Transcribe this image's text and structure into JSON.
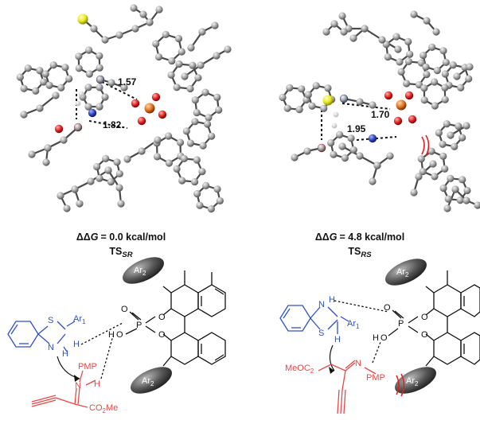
{
  "panels": [
    {
      "id": "sr",
      "distances": [
        "1.57",
        "1.82"
      ],
      "energy_prefix": "ΔΔ",
      "energy_var": "G",
      "energy_value": "= 0.0 kcal/mol",
      "ts_main": "TS",
      "ts_sub": "SR",
      "scheme": {
        "ar1": "Ar",
        "ar1_sub": "1",
        "ar2": "Ar",
        "ar2_sub": "2",
        "s_atom": "S",
        "n_atom": "N",
        "h_atom": "H",
        "h_atom2": "H",
        "pmp": "PMP",
        "n2": "N",
        "h3": "H",
        "o_atom": "O",
        "p_atom": "P",
        "ester_main": "CO",
        "ester_sub": "2",
        "ester_end": "Me"
      }
    },
    {
      "id": "rs",
      "distances": [
        "1.70",
        "1.95"
      ],
      "energy_prefix": "ΔΔ",
      "energy_var": "G",
      "energy_value": "= 4.8 kcal/mol",
      "ts_main": "TS",
      "ts_sub": "RS",
      "scheme": {
        "ar1": "Ar",
        "ar1_sub": "1",
        "ar2": "Ar",
        "ar2_sub": "2",
        "s_atom": "S",
        "n_atom": "N",
        "h_atom": "H",
        "h_atom2": "H",
        "pmp": "PMP",
        "n2": "N",
        "h3": "H",
        "o_atom": "O",
        "p_atom": "P",
        "ester_pre": "MeO",
        "ester_main": "C",
        "ester_sub": "2"
      }
    }
  ],
  "colors": {
    "carbon": "#9a9a9a",
    "sulfur": "#e8e820",
    "nitrogen": "#3040c0",
    "oxygen": "#e02020",
    "phosphorus": "#e07020",
    "hydrogen": "#e8e8e8",
    "scheme_blue": "#3050c8",
    "scheme_red": "#e84848",
    "clash": "#e02020"
  }
}
